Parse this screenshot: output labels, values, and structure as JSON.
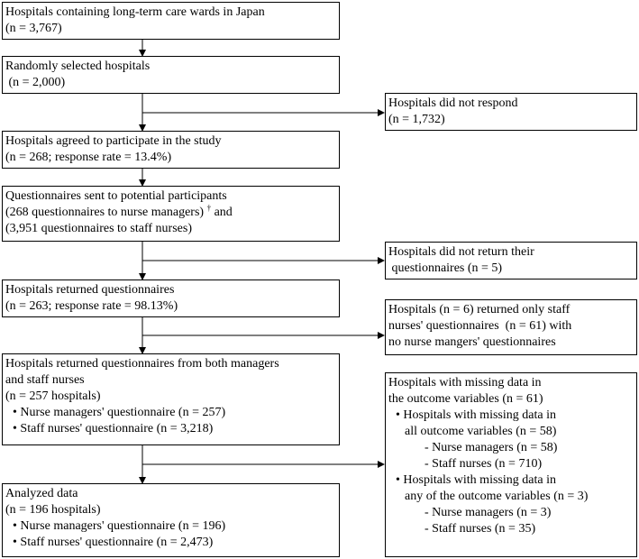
{
  "boxes": {
    "b1": {
      "lines": [
        "Hospitals containing long-term care wards in Japan",
        "(n = 3,767)"
      ]
    },
    "b2": {
      "lines": [
        "Randomly selected hospitals",
        " (n = 2,000)"
      ]
    },
    "r1": {
      "lines": [
        "Hospitals did not respond",
        "(n = 1,732)"
      ]
    },
    "b3": {
      "lines": [
        "Hospitals agreed to participate in the study",
        "(n = 268; response rate = 13.4%)"
      ]
    },
    "b4": {
      "line1": "Questionnaires sent to potential participants",
      "line2": "(268 questionnaires to nurse managers) ",
      "dagger": "†",
      "line2b": " and",
      "line3": "(3,951 questionnaires to staff nurses)"
    },
    "r2": {
      "lines": [
        "Hospitals did not return their",
        " questionnaires (n = 5)"
      ]
    },
    "b5": {
      "lines": [
        "Hospitals returned questionnaires",
        "(n = 263; response rate = 98.13%)"
      ]
    },
    "r3": {
      "lines": [
        "Hospitals (n = 6) returned only staff",
        "nurses' questionnaires  (n = 61) with",
        "no nurse mangers' questionnaires"
      ]
    },
    "b6": {
      "lines": [
        "Hospitals returned questionnaires from both managers",
        "and staff nurses",
        "(n = 257 hospitals)",
        "• Nurse managers' questionnaire (n = 257)",
        "• Staff nurses' questionnaire (n = 3,218)"
      ]
    },
    "r4": {
      "lines": [
        "Hospitals with missing data in",
        "the outcome variables (n = 61)",
        "• Hospitals with missing data in",
        "all outcome variables (n = 58)",
        "- Nurse managers (n = 58)",
        "- Staff nurses (n = 710)",
        "• Hospitals with missing data in",
        "any of the outcome variables (n = 3)",
        "- Nurse managers (n = 3)",
        "- Staff nurses (n = 35)"
      ]
    },
    "b7": {
      "lines": [
        "Analyzed data",
        "(n = 196 hospitals)",
        "• Nurse managers' questionnaire (n = 196)",
        "• Staff nurses' questionnaire (n = 2,473)"
      ]
    }
  }
}
